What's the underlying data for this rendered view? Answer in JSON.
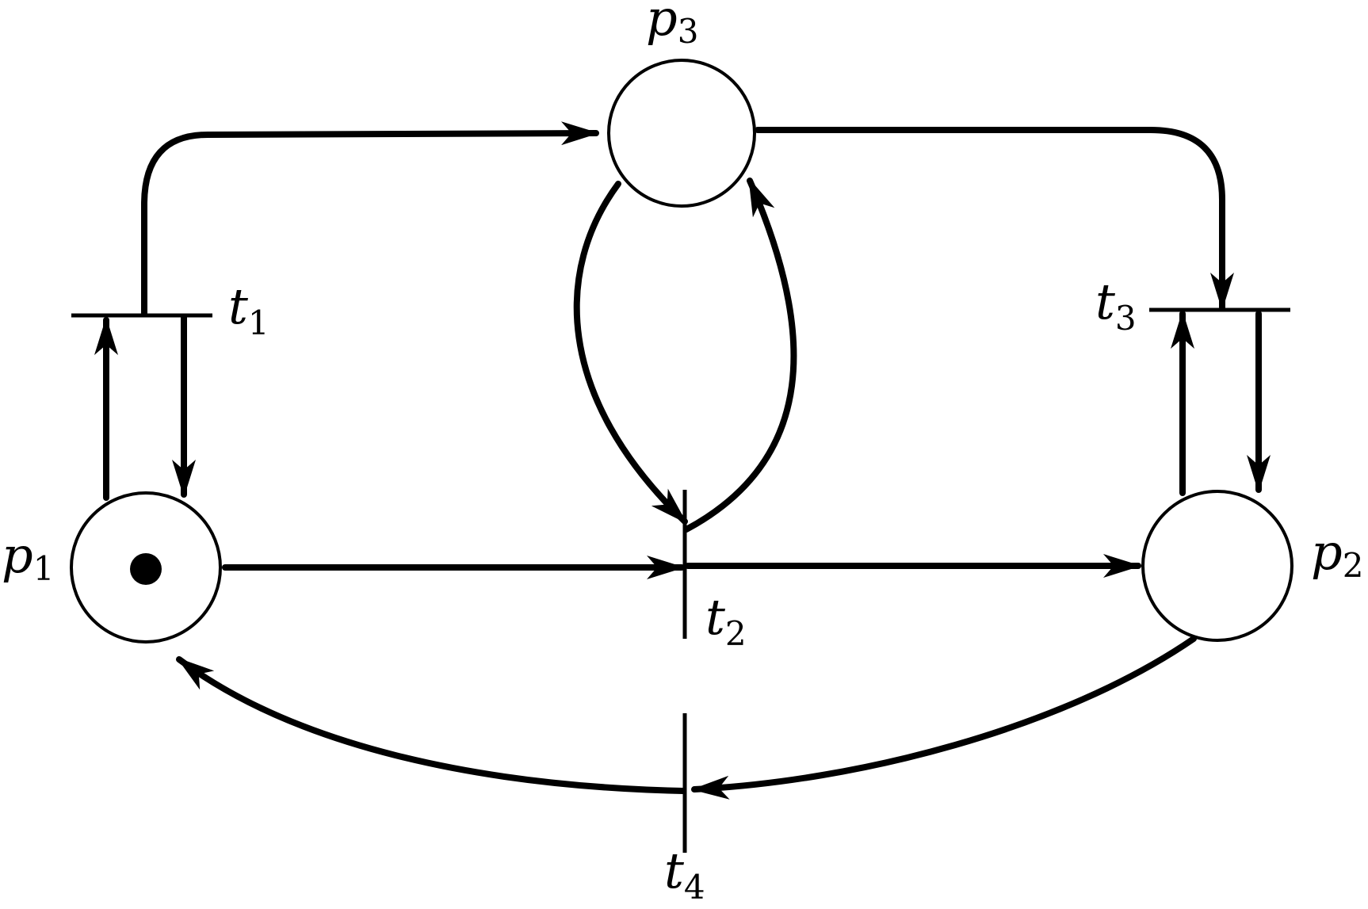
{
  "places": {
    "p1": {
      "label": "p",
      "subscript": "1",
      "tokens": 1
    },
    "p2": {
      "label": "p",
      "subscript": "2",
      "tokens": 0
    },
    "p3": {
      "label": "p",
      "subscript": "3",
      "tokens": 0
    }
  },
  "transitions": {
    "t1": {
      "label": "t",
      "subscript": "1"
    },
    "t2": {
      "label": "t",
      "subscript": "2"
    },
    "t3": {
      "label": "t",
      "subscript": "3"
    },
    "t4": {
      "label": "t",
      "subscript": "4"
    }
  },
  "arcs": [
    {
      "from": "p1",
      "to": "t1"
    },
    {
      "from": "t1",
      "to": "p1"
    },
    {
      "from": "t1",
      "to": "p3"
    },
    {
      "from": "p3",
      "to": "t3"
    },
    {
      "from": "p2",
      "to": "t3"
    },
    {
      "from": "t3",
      "to": "p2"
    },
    {
      "from": "p3",
      "to": "t2"
    },
    {
      "from": "t2",
      "to": "p3"
    },
    {
      "from": "p1",
      "to": "t2"
    },
    {
      "from": "t2",
      "to": "p2"
    },
    {
      "from": "p2",
      "to": "t4"
    },
    {
      "from": "t4",
      "to": "p1"
    }
  ]
}
